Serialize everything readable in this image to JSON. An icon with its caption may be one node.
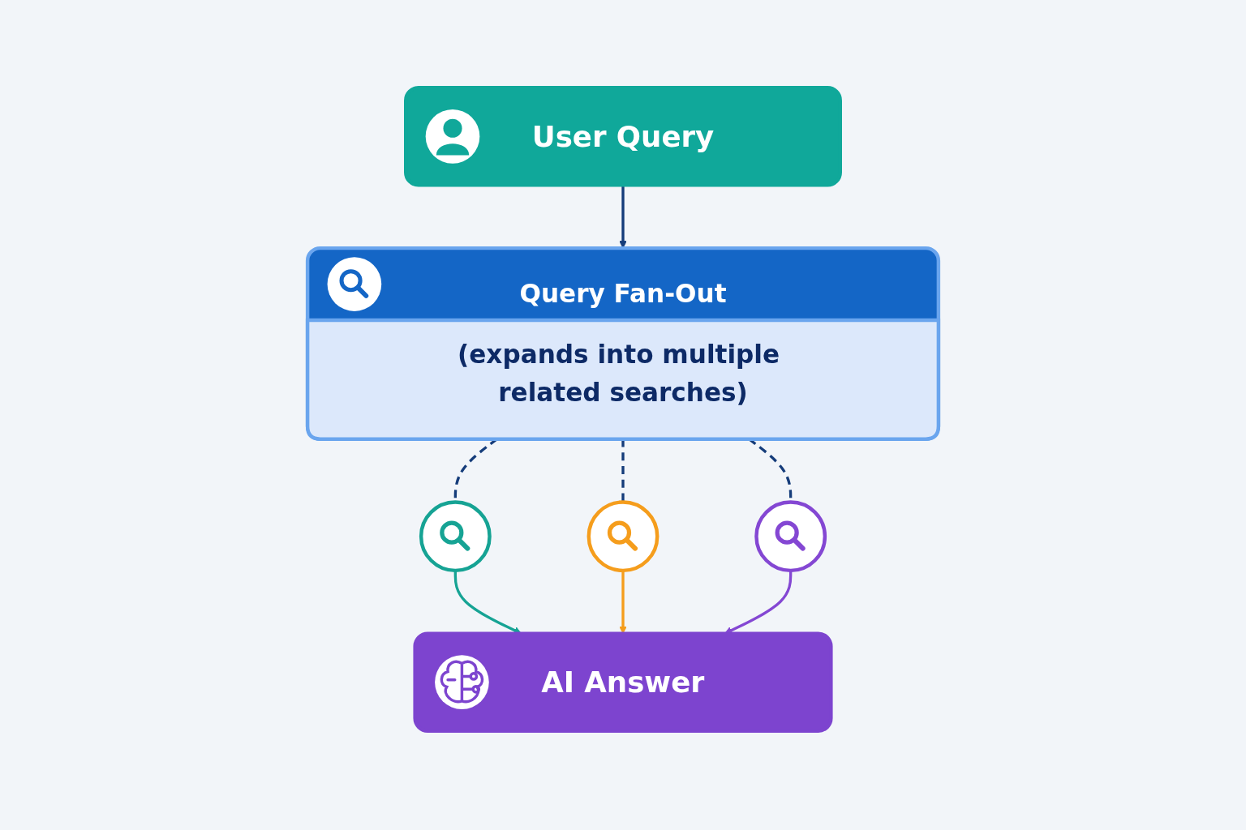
{
  "diagram": {
    "nodes": [
      {
        "text": [
          "User Query"
        ]
      },
      {
        "text": [
          "Query Fan-Out",
          "(expands into multiple related searches)"
        ]
      },
      {
        "text": [],
        "shape": "circle"
      },
      {
        "text": [],
        "shape": "circle"
      },
      {
        "text": [],
        "shape": "circle"
      },
      {
        "text": [
          "AI Answer"
        ]
      }
    ],
    "edges": [
      {
        "from": 0,
        "to": 1,
        "arrow": "to"
      },
      {
        "from": 1,
        "to": 2,
        "arrow": "none",
        "style": "dashed"
      },
      {
        "from": 1,
        "to": 3,
        "arrow": "none",
        "style": "dashed"
      },
      {
        "from": 1,
        "to": 4,
        "arrow": "none",
        "style": "dashed"
      },
      {
        "from": 2,
        "to": 5,
        "arrow": "to",
        "color": "#16a394"
      },
      {
        "from": 3,
        "to": 5,
        "arrow": "to",
        "color": "#f59d1c"
      },
      {
        "from": 4,
        "to": 5,
        "arrow": "to",
        "color": "#8447d3"
      }
    ]
  }
}
